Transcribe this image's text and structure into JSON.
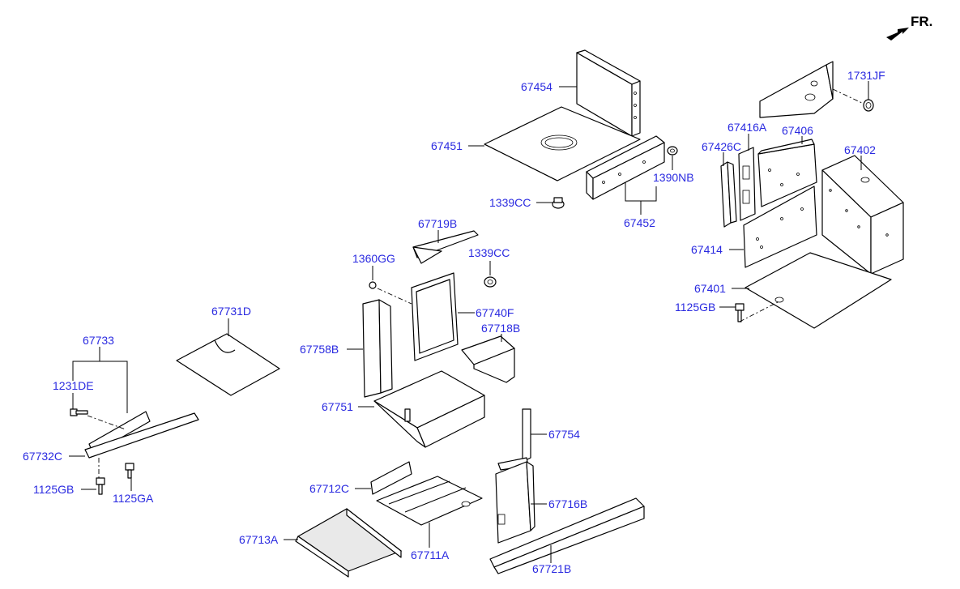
{
  "colors": {
    "label": "#2a2ae0",
    "line": "#000000",
    "background": "#ffffff"
  },
  "direction_marker": {
    "text": "FR.",
    "icon": "front-arrow-icon"
  },
  "labels": {
    "p67454": "67454",
    "p67451": "67451",
    "p1339CC_a": "1339CC",
    "p67452": "67452",
    "p1390NB": "1390NB",
    "p1731JF": "1731JF",
    "p67416A": "67416A",
    "p67406": "67406",
    "p67426C": "67426C",
    "p67402": "67402",
    "p67414": "67414",
    "p67401": "67401",
    "p1125GB_a": "1125GB",
    "p67719B": "67719B",
    "p1360GG": "1360GG",
    "p1339CC_b": "1339CC",
    "p67740F": "67740F",
    "p67718B": "67718B",
    "p67758B": "67758B",
    "p67731D": "67731D",
    "p67733": "67733",
    "p1231DE": "1231DE",
    "p67751": "67751",
    "p67754": "67754",
    "p67732C": "67732C",
    "p1125GB_b": "1125GB",
    "p1125GA": "1125GA",
    "p67712C": "67712C",
    "p67716B": "67716B",
    "p67713A": "67713A",
    "p67711A": "67711A",
    "p67721B": "67721B"
  }
}
